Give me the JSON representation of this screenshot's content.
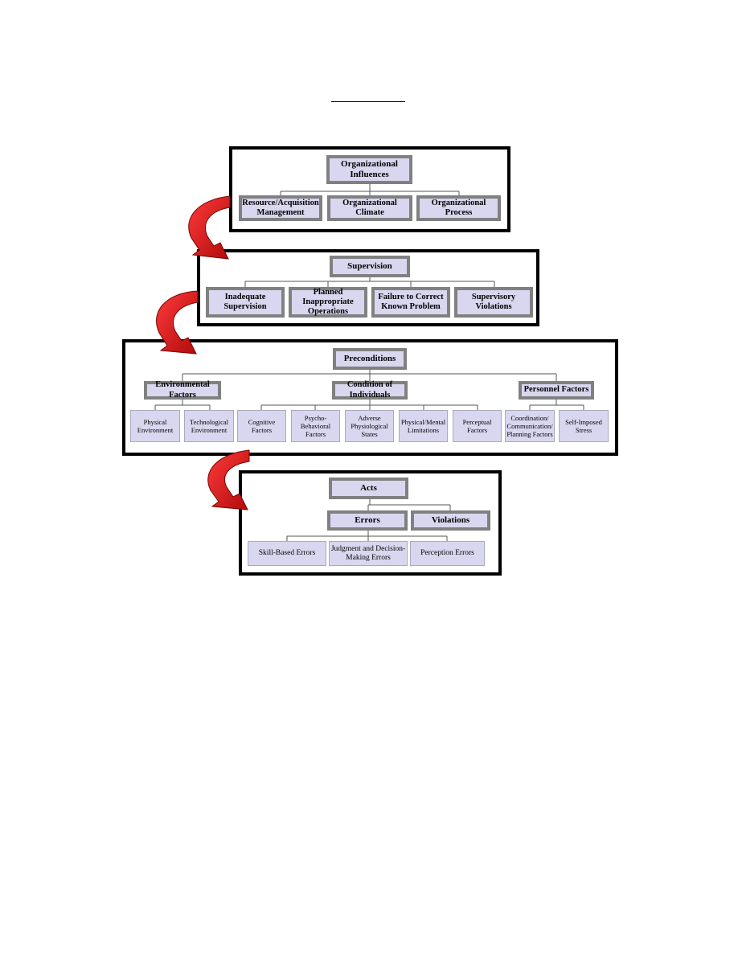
{
  "organizational": {
    "head": "Organizational Influences",
    "items": [
      "Resource/Acquisition Management",
      "Organizational Climate",
      "Organizational Process"
    ]
  },
  "supervision": {
    "head": "Supervision",
    "items": [
      "Inadequate Supervision",
      "Planned Inappropriate Operations",
      "Failure to Correct Known Problem",
      "Supervisory Violations"
    ]
  },
  "preconditions": {
    "head": "Preconditions",
    "groups": [
      "Environmental Factors",
      "Condition of Individuals",
      "Personnel Factors"
    ],
    "environmental": [
      "Physical Environment",
      "Technological Environment"
    ],
    "individuals": [
      "Cognitive Factors",
      "Psycho-Behavioral Factors",
      "Adverse Physiological States",
      "Physical/Mental Limitations",
      "Perceptual Factors"
    ],
    "personnel": [
      "Coordination/ Communication/ Planning Factors",
      "Self-Imposed Stress"
    ]
  },
  "acts": {
    "head": "Acts",
    "groups": [
      "Errors",
      "Violations"
    ],
    "errors": [
      "Skill-Based Errors",
      "Judgment and Decision-Making Errors",
      "Perception Errors"
    ]
  },
  "colors": {
    "node_fill": "#d9d7ef",
    "node_border": "#808080",
    "arrow": "#e0191f"
  }
}
